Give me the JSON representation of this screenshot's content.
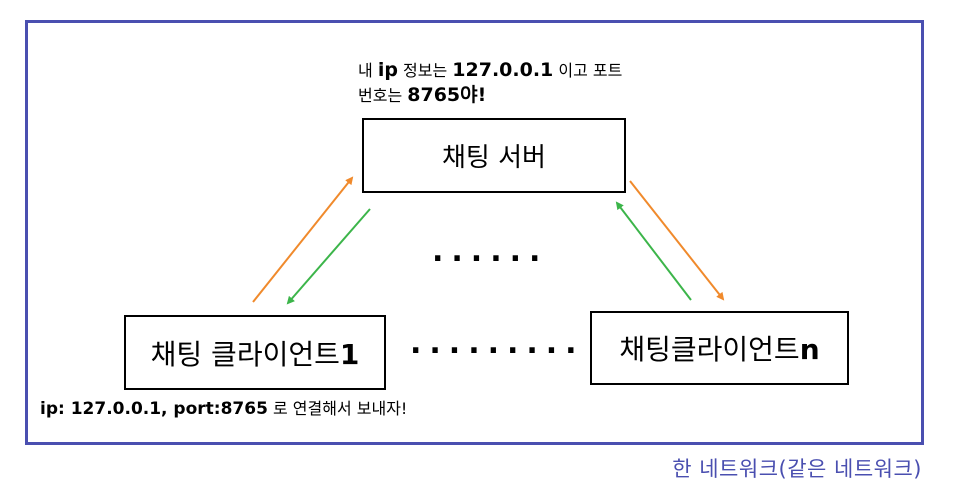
{
  "network": {
    "label": "한 네트워크(같은 네트워크)",
    "border_color": "#4a4fb0"
  },
  "server": {
    "label": "채팅 서버",
    "note_line1_prefix": "내 ",
    "note_line1_ip_key": "ip",
    "note_line1_mid": " 정보는 ",
    "note_line1_ip": "127.0.0.1",
    "note_line1_suffix": " 이고 포트",
    "note_line2_prefix": "번호는 ",
    "note_line2_port": "8765",
    "note_line2_suffix": "야!"
  },
  "client1": {
    "label_text": "채팅 클라이언트",
    "label_num": "1",
    "note_bold": "ip: 127.0.0.1, port:8765",
    "note_rest": " 로 연결해서 보내자!"
  },
  "clientn": {
    "label_text": "채팅클라이언트",
    "label_num": "n"
  },
  "dots": {
    "middle": "......",
    "between_clients": "........."
  },
  "colors": {
    "request_arrow": "#f08a2c",
    "response_arrow": "#3cb54a"
  }
}
